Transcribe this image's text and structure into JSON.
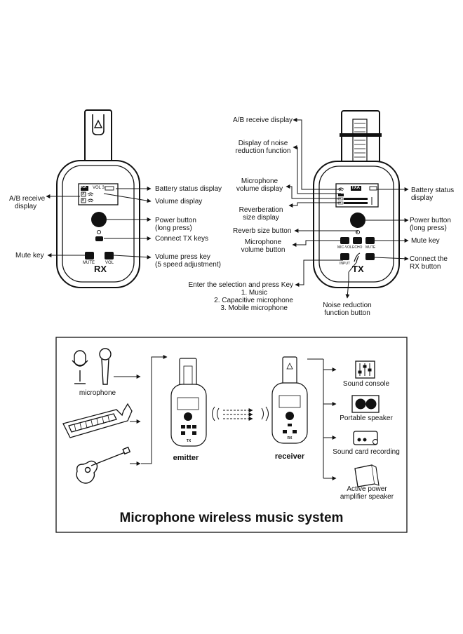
{
  "rx": {
    "device_label": "RX",
    "screen_tag": "RX",
    "screen_vol": "VOL 3",
    "ch_a": "A",
    "ch_b": "B",
    "mute_key": "MUTE",
    "vol_key": "VOL",
    "callouts": {
      "ab_receive": [
        "A/B receive",
        "display"
      ],
      "battery": "Battery status display",
      "volume": "Volume display",
      "power": [
        "Power button",
        "(long press)"
      ],
      "connect_tx": "Connect TX keys",
      "mute": "Mute key",
      "volume_press": [
        "Volume press key",
        "(5 speed adjustment)"
      ]
    }
  },
  "tx": {
    "device_label": "TX",
    "screen_tag": "TXA",
    "keys": [
      "MIC-VOL",
      "ECHO",
      "MUTE",
      "INPUT"
    ],
    "callouts": {
      "ab_receive": "A/B receive display",
      "noise_display": [
        "Display of noise",
        "reduction function"
      ],
      "mic_volume_display": [
        "Microphone",
        "volume display"
      ],
      "reverb_size_display": [
        "Reverberation",
        "size display"
      ],
      "reverb_size_button": "Reverb size button",
      "mic_volume_button": [
        "Microphone",
        "volume button"
      ],
      "input_select": [
        "Enter the selection and press Key",
        "1. Music",
        "2. Capacitive microphone",
        "3. Mobile microphone"
      ],
      "noise_button": [
        "Noise reduction",
        "function button"
      ],
      "battery": [
        "Battery status",
        "display"
      ],
      "power": [
        "Power button",
        "(long press)"
      ],
      "mute": "Mute key",
      "connect_rx": [
        "Connect the",
        "RX button"
      ]
    }
  },
  "system": {
    "title": "Microphone wireless music system",
    "sources": [
      "microphone"
    ],
    "emitter": "emitter",
    "receiver": "receiver",
    "outputs": [
      "Sound console",
      "Portable speaker",
      "Sound card recording",
      "Active power amplifier speaker"
    ],
    "output_lines": [
      [
        "Sound console"
      ],
      [
        "Portable speaker"
      ],
      [
        "Sound card recording"
      ],
      [
        "Active power",
        "amplifier speaker"
      ]
    ],
    "mini_emitter_tag": "TX",
    "mini_receiver_tag": "RX"
  }
}
